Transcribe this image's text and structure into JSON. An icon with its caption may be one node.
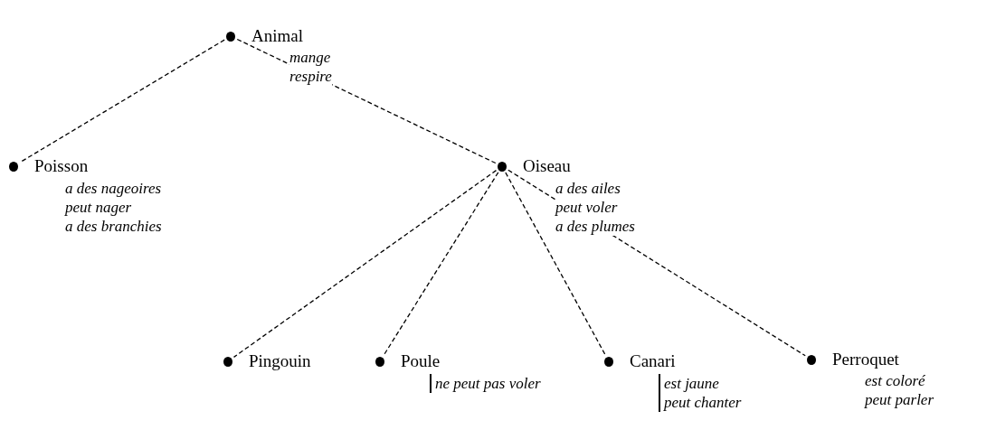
{
  "diagram": {
    "nodes": [
      {
        "text": [
          "Animal"
        ],
        "beside": [
          "mange respire"
        ]
      },
      {
        "text": [
          "Poisson"
        ],
        "beside": [
          "a des nageoires peut nager a des branchies"
        ]
      },
      {
        "text": [
          "Oiseau"
        ],
        "beside": [
          "a des ailes peut voler a des plumes"
        ]
      },
      {
        "text": [
          "Pingouin"
        ]
      },
      {
        "text": [
          "Poule"
        ],
        "beside": [
          "ne peut pas voler"
        ]
      },
      {
        "text": [
          "Canari"
        ],
        "beside": [
          "est jaune peut chanter"
        ]
      },
      {
        "text": [
          "Perroquet"
        ],
        "beside": [
          "est coloré peut parler"
        ]
      }
    ],
    "edges": [
      {
        "from": 0,
        "to": 1,
        "arrow": "none",
        "style": "dashed"
      },
      {
        "from": 0,
        "to": 2,
        "arrow": "none",
        "style": "dashed"
      },
      {
        "from": 2,
        "to": 3,
        "arrow": "none",
        "style": "dashed"
      },
      {
        "from": 2,
        "to": 4,
        "arrow": "none",
        "style": "dashed"
      },
      {
        "from": 2,
        "to": 5,
        "arrow": "none",
        "style": "dashed"
      },
      {
        "from": 2,
        "to": 6,
        "arrow": "none",
        "style": "dashed"
      }
    ]
  }
}
